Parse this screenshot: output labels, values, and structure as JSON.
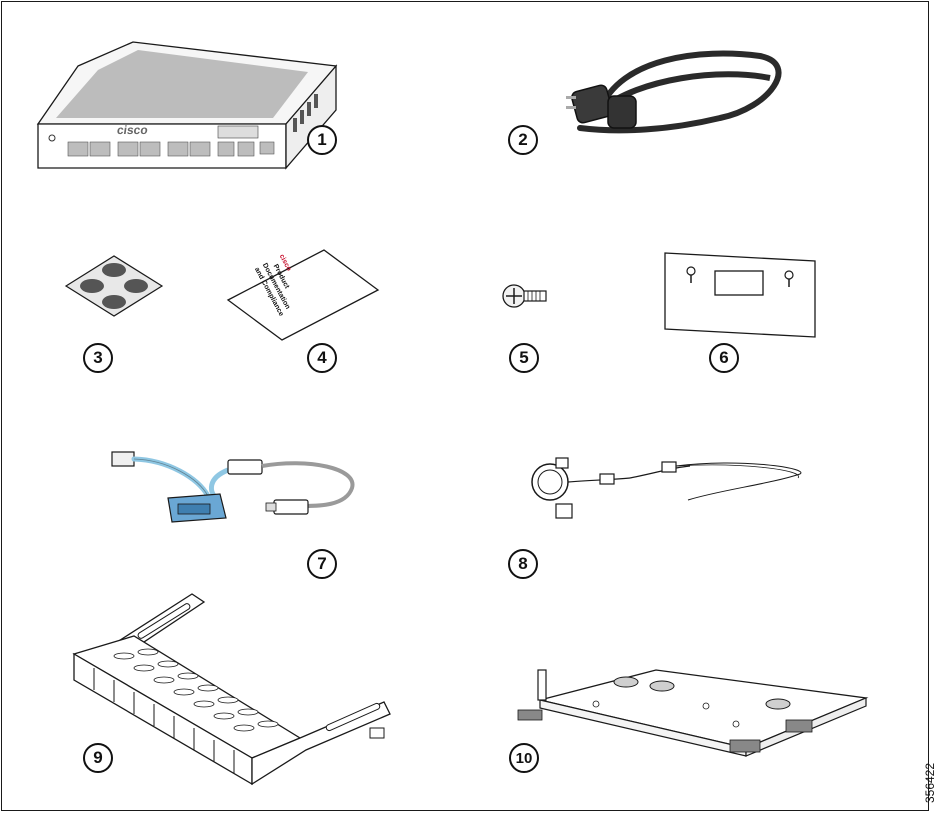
{
  "callouts": [
    "1",
    "2",
    "3",
    "4",
    "5",
    "6",
    "7",
    "8",
    "9",
    "10"
  ],
  "figure_id": "356422",
  "doc": {
    "logo": "cisco",
    "line1": "Product",
    "line2": "Documentation",
    "line3": "and Compliance"
  },
  "switch_logo": "cisco",
  "colors": {
    "line": "#1a1a1a",
    "console_cable": "#8fc7e3",
    "console_connector": "#6aa7d4",
    "usb_cable": "#9a9a9a",
    "power_cord": "#2a2a2a",
    "cisco_red": "#c8102e"
  }
}
